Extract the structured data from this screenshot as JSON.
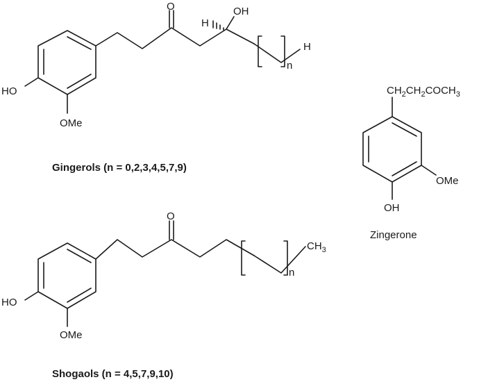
{
  "gingerol": {
    "caption": "Gingerols (n = 0,2,3,4,5,7,9)",
    "label_o": "O",
    "label_oh": "OH",
    "label_h_left": "H",
    "label_h_right": "H",
    "label_n": "n",
    "label_ho": "HO",
    "label_ome": "OMe"
  },
  "shogaol": {
    "caption": "Shogaols (n = 4,5,7,9,10)",
    "label_o": "O",
    "label_ch3": "CH",
    "label_ch3_sub": "3",
    "label_n": "n",
    "label_ho": "HO",
    "label_ome": "OMe"
  },
  "zingerone": {
    "caption": "Zingerone",
    "label_chain": "CH",
    "label_chain_sub1": "2",
    "label_chain_mid": "CH",
    "label_chain_sub2": "2",
    "label_chain_end": "COCH",
    "label_chain_sub3": "3",
    "label_ome": "OMe",
    "label_oh": "OH"
  },
  "colors": {
    "ink": "#1a1a1a",
    "background": "#ffffff"
  }
}
